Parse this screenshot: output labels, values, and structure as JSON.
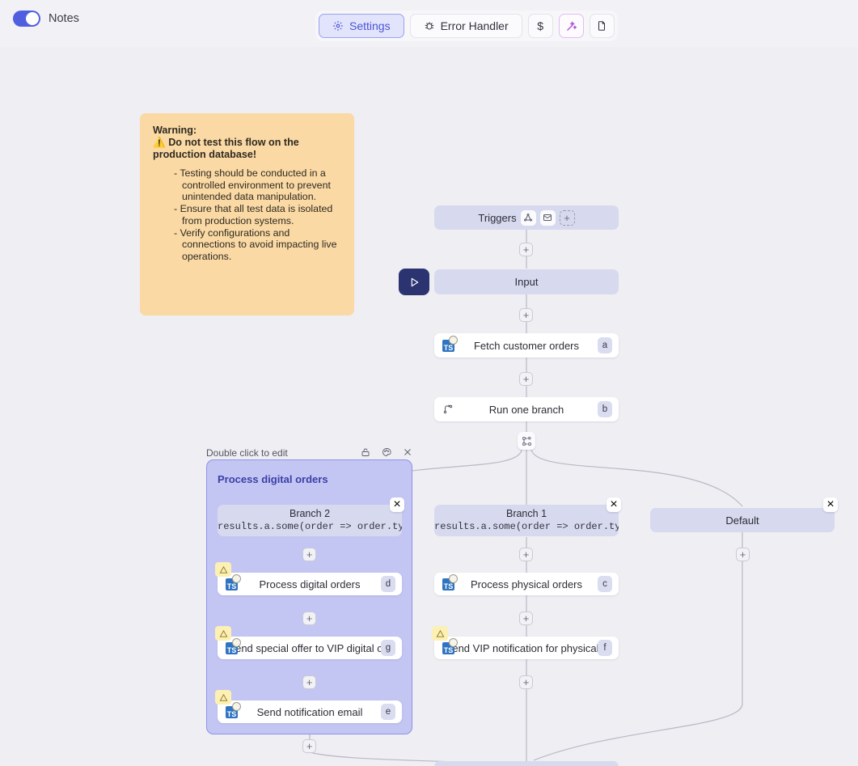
{
  "topbar": {
    "notes_label": "Notes",
    "notes_toggle_on": true,
    "buttons": [
      {
        "label": "Settings",
        "icon": "gear-icon",
        "active": true
      },
      {
        "label": "Error Handler",
        "icon": "bug-icon",
        "active": false
      },
      {
        "label": "$",
        "icon": "dollar-icon",
        "active": false
      },
      {
        "label": "",
        "icon": "magic-wand-icon",
        "active": false
      },
      {
        "label": "",
        "icon": "file-icon",
        "active": false
      }
    ]
  },
  "note": {
    "title": "Warning:",
    "headline": "Do not test this flow on the production database!",
    "warning_glyph": "⚠",
    "bullets": [
      "- Testing should be conducted in a controlled environment to prevent unintended data manipulation.",
      "- Ensure that all test data is isolated from production systems.",
      "- Verify configurations and connections to avoid impacting live operations."
    ]
  },
  "group": {
    "hint": "Double click to edit",
    "title": "Process digital orders",
    "icons": [
      "lock-icon",
      "palette-icon",
      "close-icon"
    ]
  },
  "flow": {
    "triggers": {
      "label": "Triggers",
      "icons": [
        "webhook-icon",
        "email-icon"
      ],
      "add_label": "+"
    },
    "input": {
      "label": "Input"
    },
    "nodes": [
      {
        "label": "Fetch customer orders",
        "badge": "a",
        "icon": "typescript-icon",
        "warning": false
      },
      {
        "label": "Run one branch",
        "badge": "b",
        "icon": "branch-icon",
        "warning": false
      },
      {
        "label": "Process physical orders",
        "badge": "c",
        "icon": "typescript-icon",
        "warning": false
      },
      {
        "label": "Process digital orders",
        "badge": "d",
        "icon": "typescript-icon",
        "warning": true
      },
      {
        "label": "Send notification email",
        "badge": "e",
        "icon": "typescript-icon",
        "warning": true
      },
      {
        "label": "Send VIP notification for physical...",
        "badge": "f",
        "icon": "typescript-icon",
        "warning": true
      },
      {
        "label": "Send special offer to VIP digital c...",
        "badge": "g",
        "icon": "typescript-icon",
        "warning": true
      }
    ],
    "branches": [
      {
        "title": "Branch 2",
        "condition": "results.a.some(order => order.type"
      },
      {
        "title": "Branch 1",
        "condition": "results.a.some(order => order.type"
      },
      {
        "title": "Default",
        "condition": ""
      }
    ],
    "plus_label": "+",
    "close_label": "×"
  },
  "colors": {
    "canvas": "#eeeef3",
    "accent": "#4f5fe0",
    "group_fill": "#c3c6f2",
    "group_border": "#8e93e8",
    "pill": "#d7d9ef",
    "note_bg": "#fad9a5",
    "warn_bg": "#fdf0b5",
    "play_btn": "#2b3470"
  }
}
